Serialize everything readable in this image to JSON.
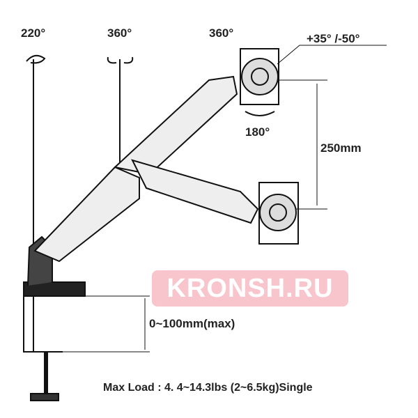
{
  "labels": {
    "base_rotation": "220°",
    "arm_rotation": "360°",
    "screen_rotation": "360°",
    "tilt": "+35°  /-50°",
    "swivel": "180°",
    "height_adjust": "250mm",
    "desk_thickness": "0~100mm(max)",
    "max_load": "Max Load : 4. 4~14.3lbs (2~6.5kg)Single"
  },
  "watermark": "KRONSH.RU"
}
